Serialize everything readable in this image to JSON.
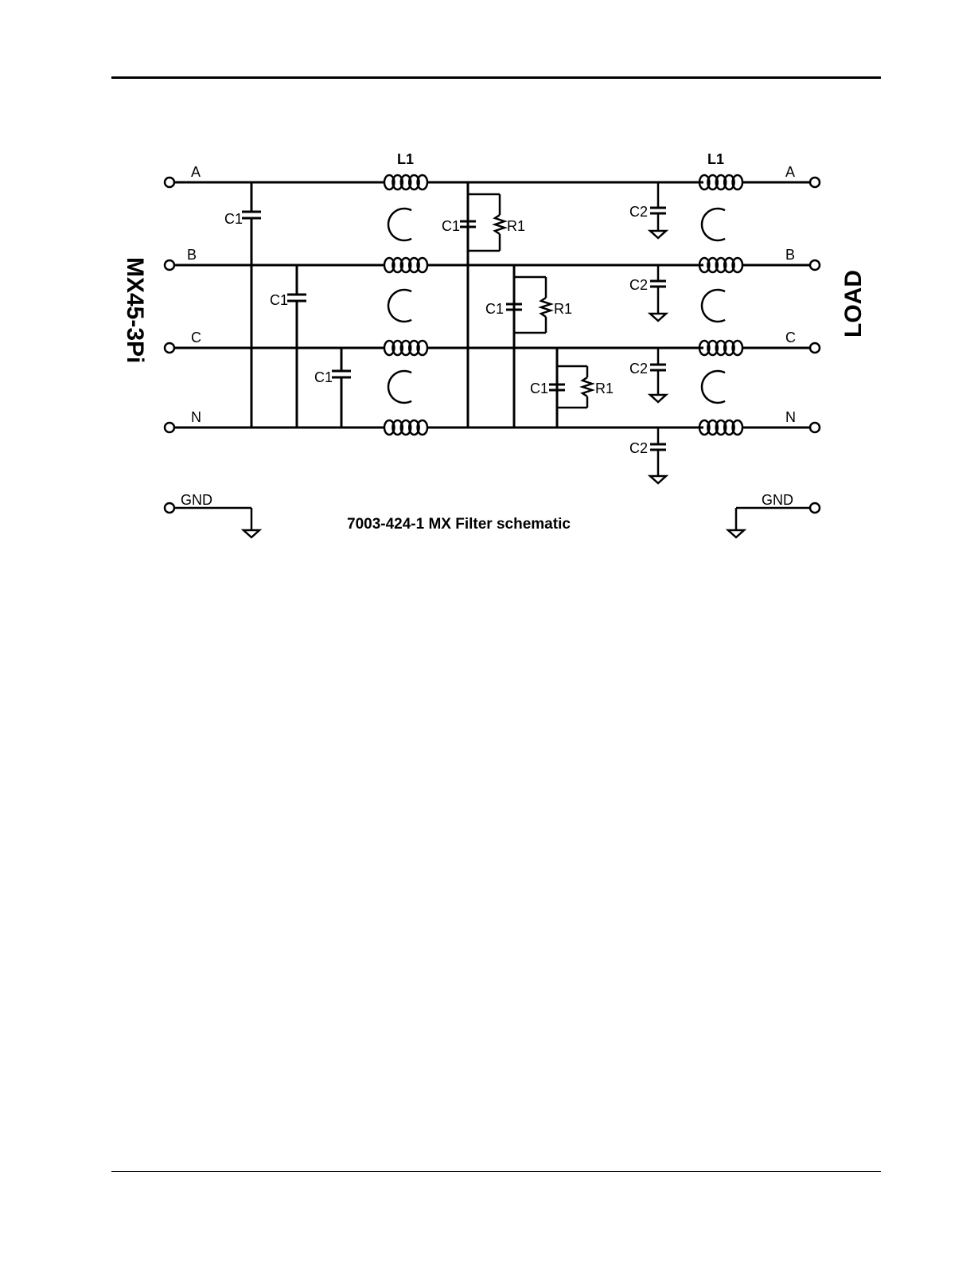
{
  "diagram": {
    "caption": "7003-424-1  MX Filter schematic",
    "source_title": "MX45-3Pi",
    "load_title": "LOAD",
    "lines_left": [
      "A",
      "B",
      "C",
      "N"
    ],
    "lines_right": [
      "A",
      "B",
      "C",
      "N"
    ],
    "gnd_left": "GND",
    "gnd_right": "GND",
    "inductor_label": "L1",
    "cap1_label": "C1",
    "cap2_label": "C2",
    "res_label": "R1"
  }
}
